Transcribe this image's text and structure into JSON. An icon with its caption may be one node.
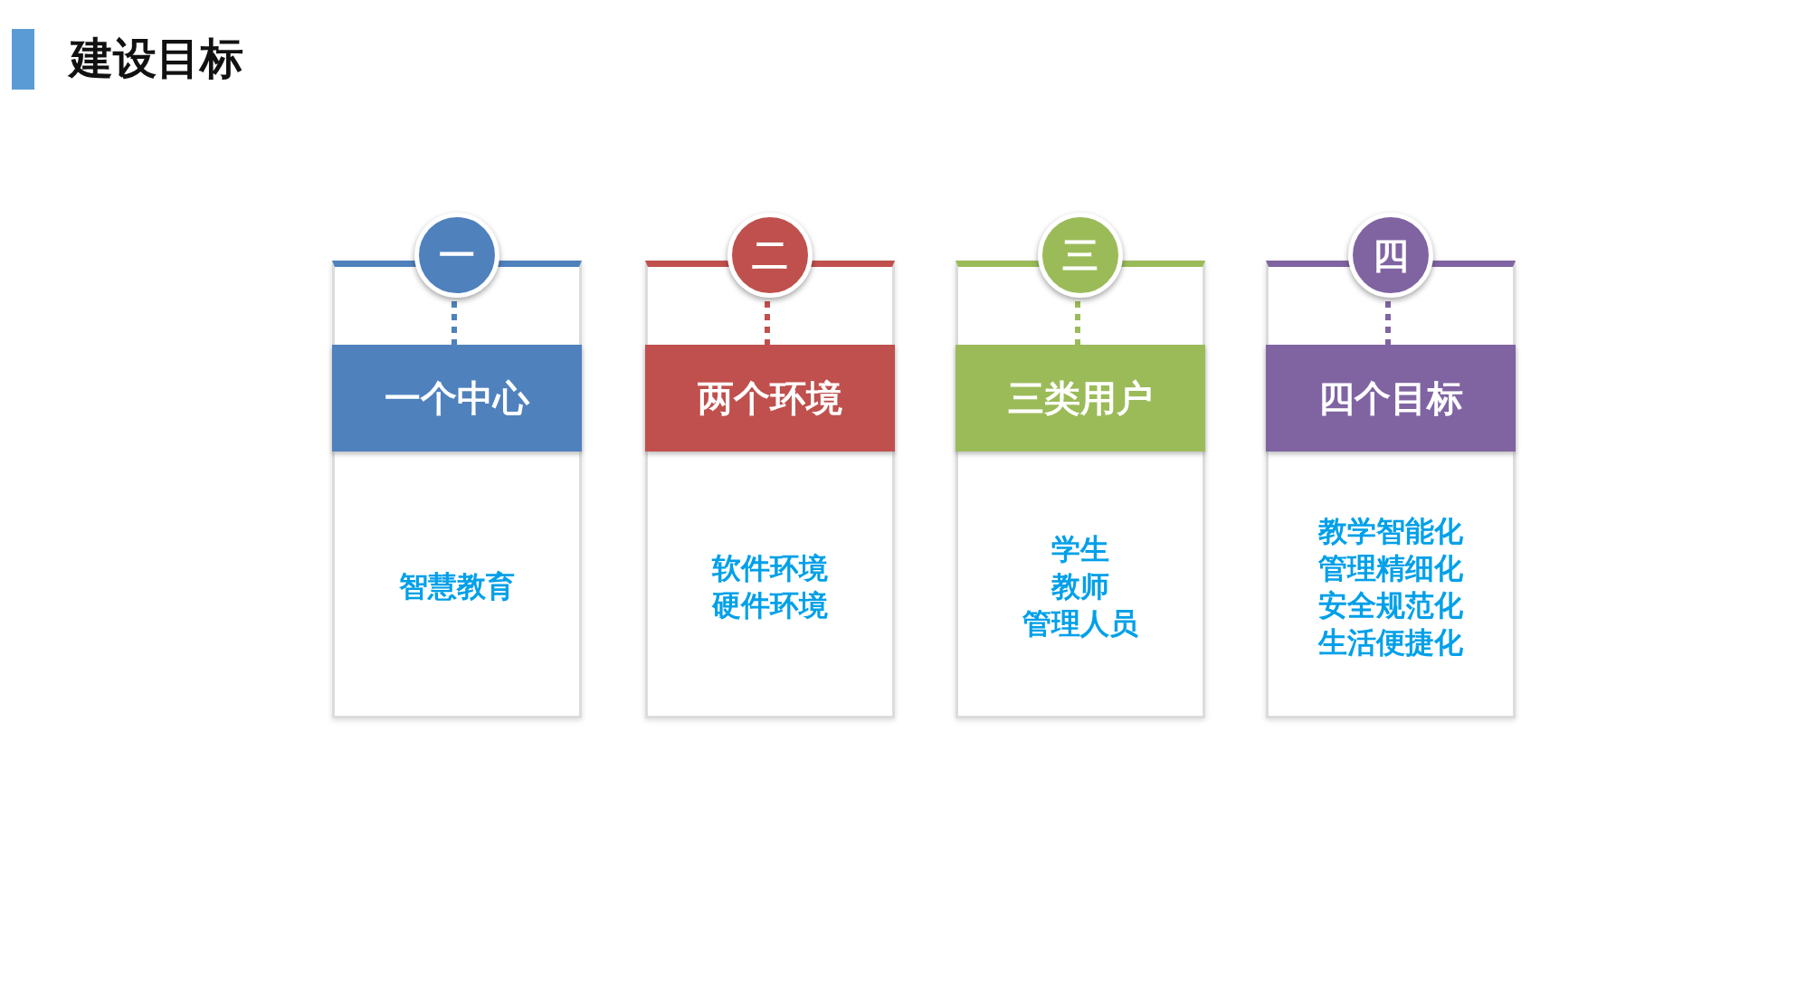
{
  "diagram": {
    "title": "建设目标",
    "nodes": [
      {
        "text": [
          "一"
        ]
      },
      {
        "text": [
          "智慧教育"
        ]
      },
      {
        "text": [
          "一个中心"
        ],
        "in": 1
      },
      {
        "text": [
          "二"
        ]
      },
      {
        "text": [
          "软件环境",
          "硬件环境"
        ]
      },
      {
        "text": [
          "两个环境"
        ],
        "in": 4
      },
      {
        "text": [
          "三"
        ]
      },
      {
        "text": [
          "学生",
          "教师",
          "管理人员"
        ]
      },
      {
        "text": [
          "三类用户"
        ],
        "in": 7
      },
      {
        "text": [
          "四"
        ]
      },
      {
        "text": [
          "教学智能化",
          "管理精细化",
          "安全规范化",
          "生活便捷化"
        ]
      },
      {
        "text": [
          "四个目标"
        ],
        "in": 10
      }
    ],
    "edges": [
      {
        "from": 0,
        "to": 2,
        "arrow": "none",
        "style": "dashed",
        "color": "#4f81bd"
      },
      {
        "from": 3,
        "to": 5,
        "arrow": "none",
        "style": "dashed",
        "color": "#c0504d"
      },
      {
        "from": 6,
        "to": 8,
        "arrow": "none",
        "style": "dashed",
        "color": "#9bbb59"
      },
      {
        "from": 9,
        "to": 11,
        "arrow": "none",
        "style": "dashed",
        "color": "#8064a2"
      }
    ]
  }
}
